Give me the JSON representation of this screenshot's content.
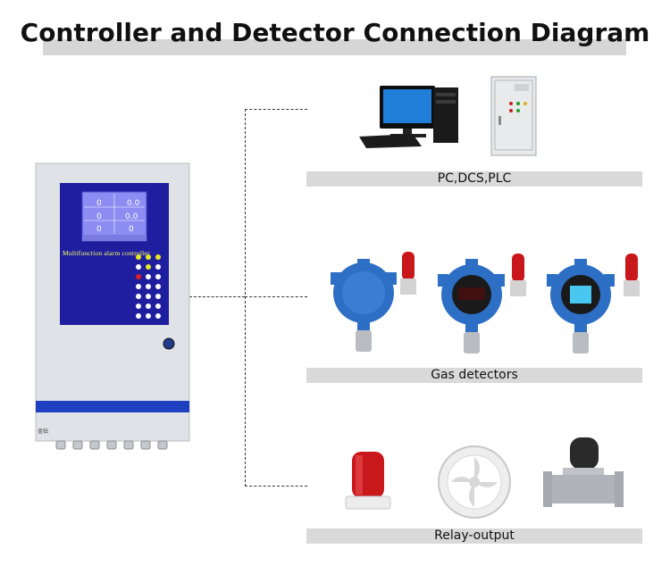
{
  "title": "Controller and Detector Connection Diagram",
  "groups": {
    "pc": {
      "label": "PC,DCS,PLC"
    },
    "gas": {
      "label": "Gas detectors"
    },
    "relay": {
      "label": "Relay-output"
    }
  },
  "controller": {
    "label": "Multifunction alarm controller",
    "brand_mark": "金钻"
  },
  "colors": {
    "controller_screen": "#1e1e9e",
    "lcd": "#8c8cf2",
    "detector_blue": "#2c6fc4",
    "strobe_red": "#c8181c",
    "panel_grey": "#dadde2"
  }
}
